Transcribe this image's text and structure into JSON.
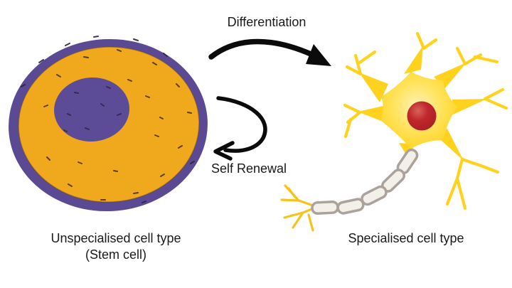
{
  "diagram": {
    "type": "stem-cell-differentiation",
    "nodes": [
      {
        "id": "stem-cell",
        "icon": "stem-cell-icon",
        "label": "Unspecialised cell type",
        "sublabel": "(Stem cell)"
      },
      {
        "id": "neuron",
        "icon": "neuron-icon",
        "label": "Specialised cell type",
        "sublabel": ""
      }
    ],
    "arrows": [
      {
        "from": "stem-cell",
        "to": "neuron",
        "label": "Differentiation",
        "style": "curved-right"
      },
      {
        "from": "stem-cell",
        "to": "stem-cell",
        "label": "Self Renewal",
        "style": "loop-back-left"
      }
    ]
  },
  "colors": {
    "background": "#ffffff",
    "text": "#1a1a1a",
    "arrow": "#0b0b0b",
    "stem_membrane": "#5b4a93",
    "stem_cytoplasm": "#f0a81c",
    "stem_cytoplasm_edge": "#6b4a1f",
    "stem_nucleus": "#5c4b97",
    "speckle_dark": "#452d12",
    "speckle_membrane": "#2c2340",
    "neuron_yellow": "#ffd21e",
    "neuron_soma_core": "#fef2b8",
    "neuron_soma_mid": "#ffe35c",
    "neuron_nucleus_red": "#c1272d",
    "neuron_nucleus_hi": "#d8625c",
    "neuron_nucleus_dark": "#a81f25",
    "axon_gold": "#f5c41c",
    "myelin_fill": "#f3f0ea",
    "myelin_stroke": "#aba29b"
  }
}
